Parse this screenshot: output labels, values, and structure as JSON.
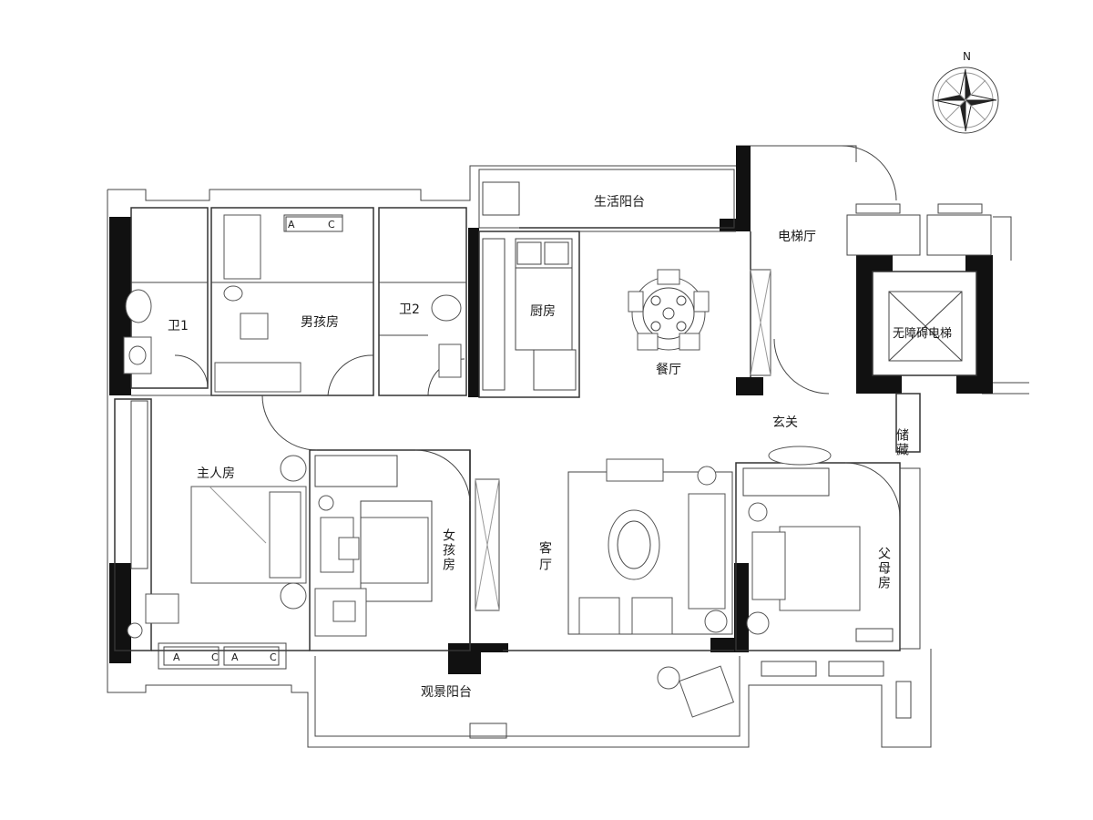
{
  "compass": {
    "north_label": "N"
  },
  "rooms": {
    "balcony_life": "生活阳台",
    "elevator_hall": "电梯厅",
    "accessible_elevator": "无障碍电梯",
    "bath1": "卫1",
    "boys_room": "男孩房",
    "bath2": "卫2",
    "kitchen": "厨房",
    "dining": "餐厅",
    "foyer": "玄关",
    "storage": "储藏",
    "master": "主人房",
    "girls_room": "女孩房",
    "living": "客厅",
    "parents_room": "父母房",
    "view_balcony": "观景阳台"
  },
  "ac_labels": {
    "boys_a": "A",
    "boys_c": "C",
    "master1_a": "A",
    "master1_c": "C",
    "master2_a": "A",
    "master2_c": "C"
  }
}
